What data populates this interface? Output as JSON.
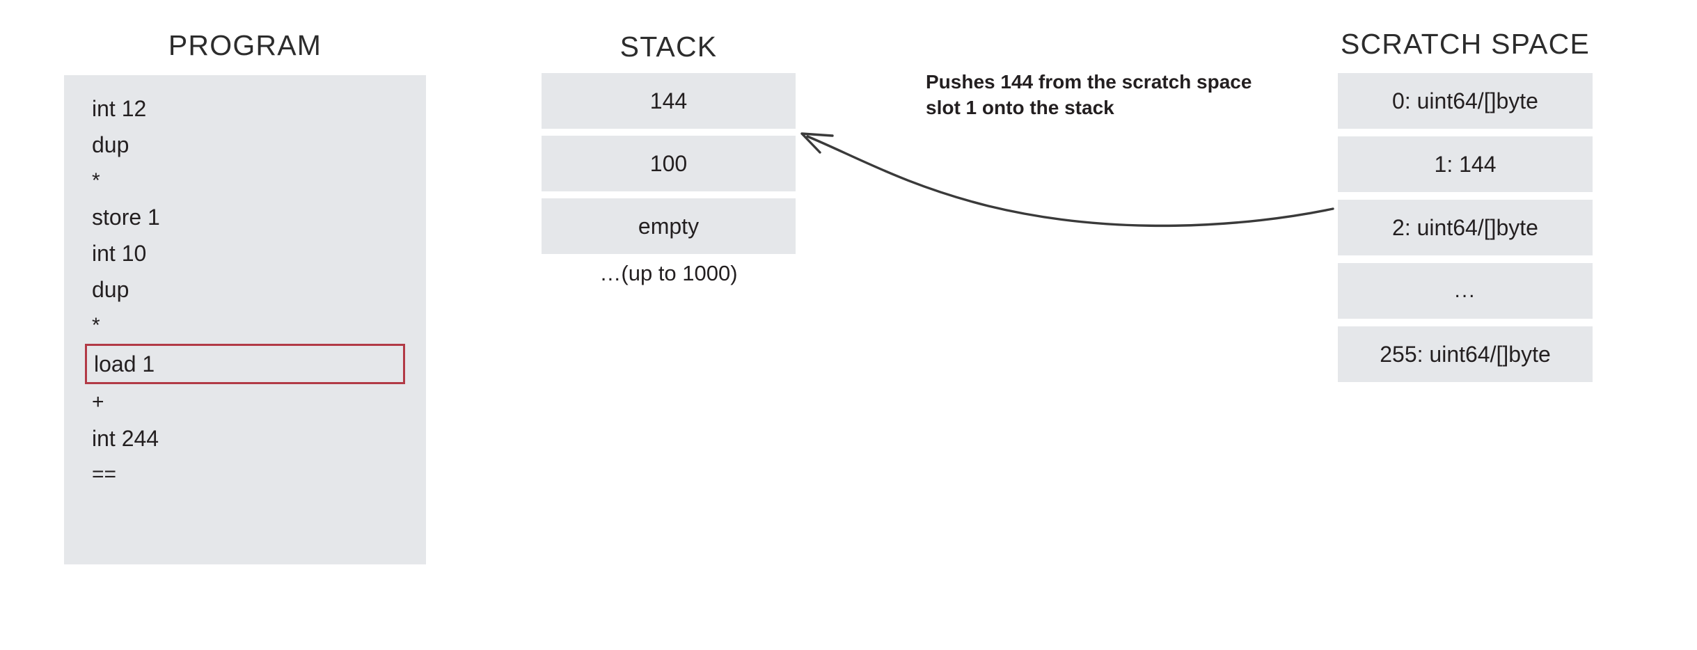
{
  "columns": {
    "program": {
      "title": "PROGRAM",
      "instructions": [
        {
          "text": "int 12",
          "highlighted": false,
          "symbol": false
        },
        {
          "text": "dup",
          "highlighted": false,
          "symbol": false
        },
        {
          "text": "*",
          "highlighted": false,
          "symbol": true
        },
        {
          "text": "store 1",
          "highlighted": false,
          "symbol": false
        },
        {
          "text": "int 10",
          "highlighted": false,
          "symbol": false
        },
        {
          "text": "dup",
          "highlighted": false,
          "symbol": false
        },
        {
          "text": "*",
          "highlighted": false,
          "symbol": true
        },
        {
          "text": "load 1",
          "highlighted": true,
          "symbol": false
        },
        {
          "text": "+",
          "highlighted": false,
          "symbol": true
        },
        {
          "text": "int 244",
          "highlighted": false,
          "symbol": false
        },
        {
          "text": "==",
          "highlighted": false,
          "symbol": true
        }
      ]
    },
    "stack": {
      "title": "STACK",
      "cells": [
        "144",
        "100",
        "empty"
      ],
      "footnote": "…(up to 1000)"
    },
    "scratch": {
      "title": "SCRATCH SPACE",
      "cells": [
        "0: uint64/[]byte",
        "1: 144",
        "2: uint64/[]byte",
        "...",
        "255: uint64/[]byte"
      ]
    }
  },
  "annotation": {
    "text": "Pushes 144 from the scratch space slot 1 onto the stack"
  },
  "colors": {
    "cell_fill": "#e5e7ea",
    "highlight_border": "#b23a46",
    "text": "#231f20",
    "arrow": "#3a3a3a"
  }
}
